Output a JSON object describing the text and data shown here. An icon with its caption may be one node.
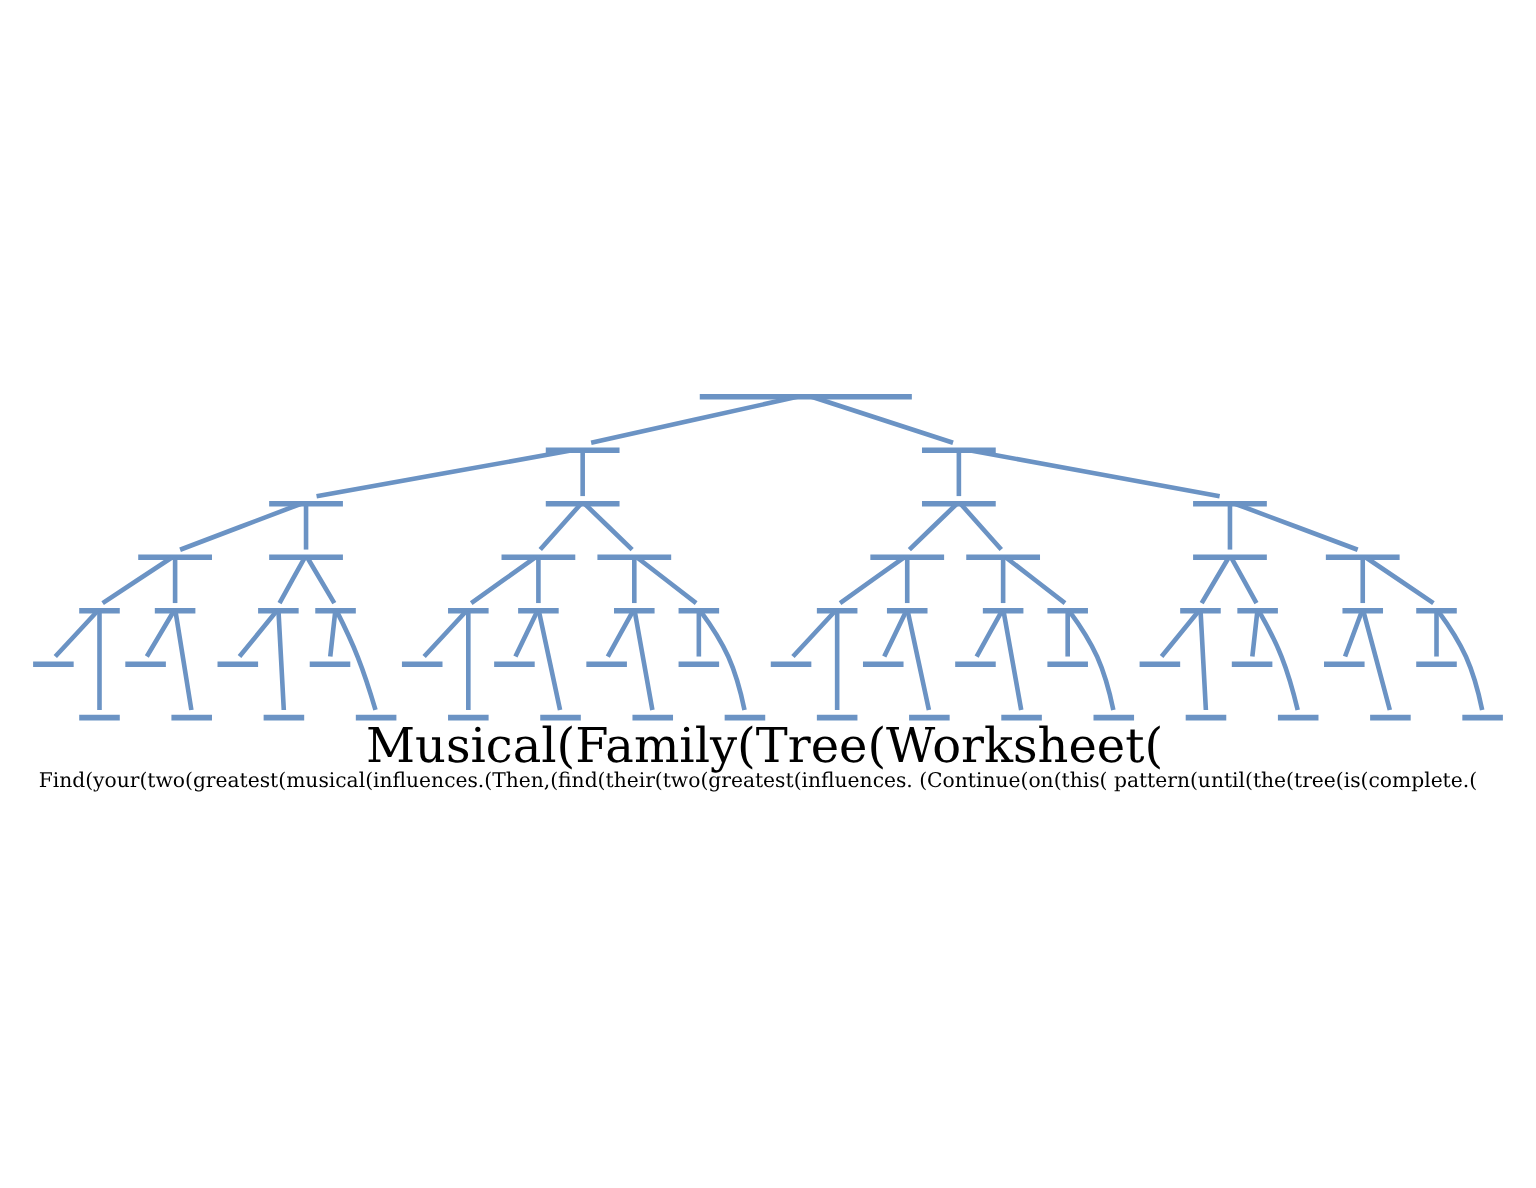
{
  "diagram": {
    "title": "Musical(Family(Tree(Worksheet(",
    "caption": "Find(your(two(greatest(musical(influences.(Then,(find(their(two(greatest(influences. (Continue(on(this( pattern(until(the(tree(is(complete.(",
    "nodes": [
      {
        "text": [],
        "shape": "bar"
      },
      {
        "text": [],
        "shape": "bar"
      },
      {
        "text": [],
        "shape": "bar"
      },
      {
        "text": [],
        "shape": "bar"
      },
      {
        "text": [],
        "shape": "bar"
      },
      {
        "text": [],
        "shape": "bar"
      },
      {
        "text": [],
        "shape": "bar"
      },
      {
        "text": [],
        "shape": "bar"
      },
      {
        "text": [],
        "shape": "bar"
      },
      {
        "text": [],
        "shape": "bar"
      },
      {
        "text": [],
        "shape": "bar"
      },
      {
        "text": [],
        "shape": "bar"
      },
      {
        "text": [],
        "shape": "bar"
      },
      {
        "text": [],
        "shape": "bar"
      },
      {
        "text": [],
        "shape": "bar"
      },
      {
        "text": [],
        "shape": "bar"
      },
      {
        "text": [],
        "shape": "bar"
      },
      {
        "text": [],
        "shape": "bar"
      },
      {
        "text": [],
        "shape": "bar"
      },
      {
        "text": [],
        "shape": "bar"
      },
      {
        "text": [],
        "shape": "bar"
      },
      {
        "text": [],
        "shape": "bar"
      },
      {
        "text": [],
        "shape": "bar"
      },
      {
        "text": [],
        "shape": "bar"
      },
      {
        "text": [],
        "shape": "bar"
      },
      {
        "text": [],
        "shape": "bar"
      },
      {
        "text": [],
        "shape": "bar"
      },
      {
        "text": [],
        "shape": "bar"
      },
      {
        "text": [],
        "shape": "bar"
      },
      {
        "text": [],
        "shape": "bar"
      },
      {
        "text": [],
        "shape": "bar"
      },
      {
        "text": [],
        "shape": "bar"
      },
      {
        "text": [],
        "shape": "bar"
      },
      {
        "text": [],
        "shape": "bar"
      },
      {
        "text": [],
        "shape": "bar"
      },
      {
        "text": [],
        "shape": "bar"
      },
      {
        "text": [],
        "shape": "bar"
      },
      {
        "text": [],
        "shape": "bar"
      },
      {
        "text": [],
        "shape": "bar"
      },
      {
        "text": [],
        "shape": "bar"
      },
      {
        "text": [],
        "shape": "bar"
      },
      {
        "text": [],
        "shape": "bar"
      },
      {
        "text": [],
        "shape": "bar"
      },
      {
        "text": [],
        "shape": "bar"
      },
      {
        "text": [],
        "shape": "bar"
      },
      {
        "text": [],
        "shape": "bar"
      },
      {
        "text": [],
        "shape": "bar"
      },
      {
        "text": [],
        "shape": "bar"
      },
      {
        "text": [],
        "shape": "bar"
      },
      {
        "text": [],
        "shape": "bar"
      },
      {
        "text": [],
        "shape": "bar"
      },
      {
        "text": [],
        "shape": "bar"
      },
      {
        "text": [],
        "shape": "bar"
      },
      {
        "text": [],
        "shape": "bar"
      },
      {
        "text": [],
        "shape": "bar"
      },
      {
        "text": [],
        "shape": "bar"
      },
      {
        "text": [],
        "shape": "bar"
      },
      {
        "text": [],
        "shape": "bar"
      },
      {
        "text": [],
        "shape": "bar"
      },
      {
        "text": [],
        "shape": "bar"
      },
      {
        "text": [],
        "shape": "bar"
      },
      {
        "text": [],
        "shape": "bar"
      },
      {
        "text": [],
        "shape": "bar"
      }
    ],
    "edges": [
      {
        "from": 0,
        "to": 1,
        "arrow": "none"
      },
      {
        "from": 0,
        "to": 2,
        "arrow": "none"
      },
      {
        "from": 1,
        "to": 3,
        "arrow": "none"
      },
      {
        "from": 1,
        "to": 4,
        "arrow": "none"
      },
      {
        "from": 2,
        "to": 5,
        "arrow": "none"
      },
      {
        "from": 2,
        "to": 6,
        "arrow": "none"
      },
      {
        "from": 3,
        "to": 7,
        "arrow": "none"
      },
      {
        "from": 3,
        "to": 8,
        "arrow": "none"
      },
      {
        "from": 4,
        "to": 9,
        "arrow": "none"
      },
      {
        "from": 4,
        "to": 10,
        "arrow": "none"
      },
      {
        "from": 5,
        "to": 11,
        "arrow": "none"
      },
      {
        "from": 5,
        "to": 12,
        "arrow": "none"
      },
      {
        "from": 6,
        "to": 13,
        "arrow": "none"
      },
      {
        "from": 6,
        "to": 14,
        "arrow": "none"
      },
      {
        "from": 7,
        "to": 15,
        "arrow": "none"
      },
      {
        "from": 7,
        "to": 16,
        "arrow": "none"
      },
      {
        "from": 8,
        "to": 17,
        "arrow": "none"
      },
      {
        "from": 8,
        "to": 18,
        "arrow": "none"
      },
      {
        "from": 9,
        "to": 19,
        "arrow": "none"
      },
      {
        "from": 9,
        "to": 20,
        "arrow": "none"
      },
      {
        "from": 10,
        "to": 21,
        "arrow": "none"
      },
      {
        "from": 10,
        "to": 22,
        "arrow": "none"
      },
      {
        "from": 11,
        "to": 23,
        "arrow": "none"
      },
      {
        "from": 11,
        "to": 24,
        "arrow": "none"
      },
      {
        "from": 12,
        "to": 25,
        "arrow": "none"
      },
      {
        "from": 12,
        "to": 26,
        "arrow": "none"
      },
      {
        "from": 13,
        "to": 27,
        "arrow": "none"
      },
      {
        "from": 13,
        "to": 28,
        "arrow": "none"
      },
      {
        "from": 14,
        "to": 29,
        "arrow": "none"
      },
      {
        "from": 14,
        "to": 30,
        "arrow": "none"
      },
      {
        "from": 15,
        "to": 31,
        "arrow": "none"
      },
      {
        "from": 15,
        "to": 47,
        "arrow": "none"
      },
      {
        "from": 16,
        "to": 32,
        "arrow": "none"
      },
      {
        "from": 16,
        "to": 48,
        "arrow": "none"
      },
      {
        "from": 17,
        "to": 33,
        "arrow": "none"
      },
      {
        "from": 17,
        "to": 49,
        "arrow": "none"
      },
      {
        "from": 18,
        "to": 34,
        "arrow": "none"
      },
      {
        "from": 18,
        "to": 50,
        "arrow": "none"
      },
      {
        "from": 19,
        "to": 35,
        "arrow": "none"
      },
      {
        "from": 19,
        "to": 51,
        "arrow": "none"
      },
      {
        "from": 20,
        "to": 36,
        "arrow": "none"
      },
      {
        "from": 20,
        "to": 52,
        "arrow": "none"
      },
      {
        "from": 21,
        "to": 37,
        "arrow": "none"
      },
      {
        "from": 21,
        "to": 53,
        "arrow": "none"
      },
      {
        "from": 22,
        "to": 38,
        "arrow": "none"
      },
      {
        "from": 22,
        "to": 54,
        "arrow": "none"
      },
      {
        "from": 23,
        "to": 39,
        "arrow": "none"
      },
      {
        "from": 23,
        "to": 55,
        "arrow": "none"
      },
      {
        "from": 24,
        "to": 40,
        "arrow": "none"
      },
      {
        "from": 24,
        "to": 56,
        "arrow": "none"
      },
      {
        "from": 25,
        "to": 41,
        "arrow": "none"
      },
      {
        "from": 25,
        "to": 57,
        "arrow": "none"
      },
      {
        "from": 26,
        "to": 42,
        "arrow": "none"
      },
      {
        "from": 26,
        "to": 58,
        "arrow": "none"
      },
      {
        "from": 27,
        "to": 43,
        "arrow": "none"
      },
      {
        "from": 27,
        "to": 59,
        "arrow": "none"
      },
      {
        "from": 28,
        "to": 44,
        "arrow": "none"
      },
      {
        "from": 28,
        "to": 60,
        "arrow": "none"
      },
      {
        "from": 29,
        "to": 45,
        "arrow": "none"
      },
      {
        "from": 29,
        "to": 61,
        "arrow": "none"
      },
      {
        "from": 30,
        "to": 46,
        "arrow": "none"
      },
      {
        "from": 30,
        "to": 62,
        "arrow": "none"
      }
    ]
  }
}
